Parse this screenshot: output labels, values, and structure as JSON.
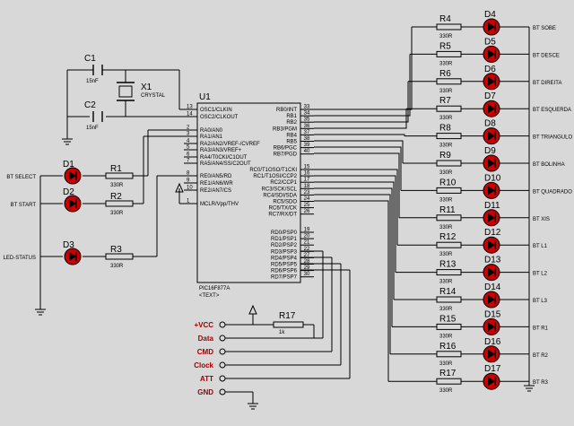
{
  "ic": {
    "ref": "U1",
    "part": "PIC16F877A",
    "text": "<TEXT>",
    "left_pins": [
      {
        "num": "13",
        "name": "OSC1/CLKIN"
      },
      {
        "num": "14",
        "name": "OSC2/CLKOUT"
      },
      {
        "num": "2",
        "name": "RA0/AN0"
      },
      {
        "num": "3",
        "name": "RA1/AN1"
      },
      {
        "num": "4",
        "name": "RA2/AN2/VREF-/CVREF"
      },
      {
        "num": "5",
        "name": "RA3/AN3/VREF+"
      },
      {
        "num": "6",
        "name": "RA4/T0CKI/C1OUT"
      },
      {
        "num": "7",
        "name": "RA5/AN4/SS/C2OUT"
      },
      {
        "num": "8",
        "name": "RE0/AN5/RD"
      },
      {
        "num": "9",
        "name": "RE1/AN6/WR"
      },
      {
        "num": "10",
        "name": "RE2/AN7/CS"
      },
      {
        "num": "1",
        "name": "MCLR/Vpp/THV"
      }
    ],
    "right_pins_b": [
      {
        "num": "33",
        "name": "RB0/INT"
      },
      {
        "num": "34",
        "name": "RB1"
      },
      {
        "num": "35",
        "name": "RB2"
      },
      {
        "num": "36",
        "name": "RB3/PGM"
      },
      {
        "num": "37",
        "name": "RB4"
      },
      {
        "num": "38",
        "name": "RB5"
      },
      {
        "num": "39",
        "name": "RB6/PGC"
      },
      {
        "num": "40",
        "name": "RB7/PGD"
      }
    ],
    "right_pins_c": [
      {
        "num": "15",
        "name": "RC0/T1OSO/T1CKI"
      },
      {
        "num": "16",
        "name": "RC1/T1OSI/CCP2"
      },
      {
        "num": "17",
        "name": "RC2/CCP1"
      },
      {
        "num": "18",
        "name": "RC3/SCK/SCL"
      },
      {
        "num": "23",
        "name": "RC4/SDI/SDA"
      },
      {
        "num": "24",
        "name": "RC5/SDO"
      },
      {
        "num": "25",
        "name": "RC6/TX/CK"
      },
      {
        "num": "26",
        "name": "RC7/RX/DT"
      }
    ],
    "right_pins_d": [
      {
        "num": "19",
        "name": "RD0/PSP0"
      },
      {
        "num": "20",
        "name": "RD1/PSP1"
      },
      {
        "num": "21",
        "name": "RD2/PSP2"
      },
      {
        "num": "22",
        "name": "RD3/PSP3"
      },
      {
        "num": "27",
        "name": "RD4/PSP4"
      },
      {
        "num": "28",
        "name": "RD5/PSP5"
      },
      {
        "num": "29",
        "name": "RD6/PSP6"
      },
      {
        "num": "30",
        "name": "RD7/PSP7"
      }
    ]
  },
  "crystal": {
    "ref": "X1",
    "value": "CRYSTAL"
  },
  "caps": [
    {
      "ref": "C1",
      "value": "15nF"
    },
    {
      "ref": "C2",
      "value": "15nF"
    }
  ],
  "left_leds": [
    {
      "ref": "D1",
      "res": "R1",
      "res_value": "330R",
      "label": "BT SELECT"
    },
    {
      "ref": "D2",
      "res": "R2",
      "res_value": "330R",
      "label": "BT START"
    },
    {
      "ref": "D3",
      "res": "R3",
      "res_value": "330R",
      "label": "LED-STATUS"
    }
  ],
  "right_leds": [
    {
      "ref": "D4",
      "res": "R4",
      "res_value": "330R",
      "label": "BT SOBE"
    },
    {
      "ref": "D5",
      "res": "R5",
      "res_value": "330R",
      "label": "BT DESCE"
    },
    {
      "ref": "D6",
      "res": "R6",
      "res_value": "330R",
      "label": "BT DIREITA"
    },
    {
      "ref": "D7",
      "res": "R7",
      "res_value": "330R",
      "label": "BT ESQUERDA"
    },
    {
      "ref": "D8",
      "res": "R8",
      "res_value": "330R",
      "label": "BT TRIANGULO"
    },
    {
      "ref": "D9",
      "res": "R9",
      "res_value": "330R",
      "label": "BT BOLINHA"
    },
    {
      "ref": "D10",
      "res": "R10",
      "res_value": "330R",
      "label": "BT QUADRADO"
    },
    {
      "ref": "D11",
      "res": "R11",
      "res_value": "330R",
      "label": "BT XIS"
    },
    {
      "ref": "D12",
      "res": "R12",
      "res_value": "330R",
      "label": "BT L1"
    },
    {
      "ref": "D13",
      "res": "R13",
      "res_value": "330R",
      "label": "BT L2"
    },
    {
      "ref": "D14",
      "res": "R14",
      "res_value": "330R",
      "label": "BT L3"
    },
    {
      "ref": "D15",
      "res": "R15",
      "res_value": "330R",
      "label": "BT R1"
    },
    {
      "ref": "D16",
      "res": "R16",
      "res_value": "330R",
      "label": "BT R2"
    },
    {
      "ref": "D17",
      "res": "R17",
      "res_value": "330R",
      "label": "BT R3"
    }
  ],
  "pullup": {
    "ref": "R17",
    "value": "1k"
  },
  "terminals": [
    {
      "label": "+VCC"
    },
    {
      "label": "Data"
    },
    {
      "label": "CMD"
    },
    {
      "label": "Clock"
    },
    {
      "label": "ATT"
    },
    {
      "label": "GND"
    }
  ],
  "colors": {
    "led_fill": "#cc0000",
    "terminal_text": "#a00000",
    "wire": "#000000",
    "background": "#d8d8d8"
  }
}
